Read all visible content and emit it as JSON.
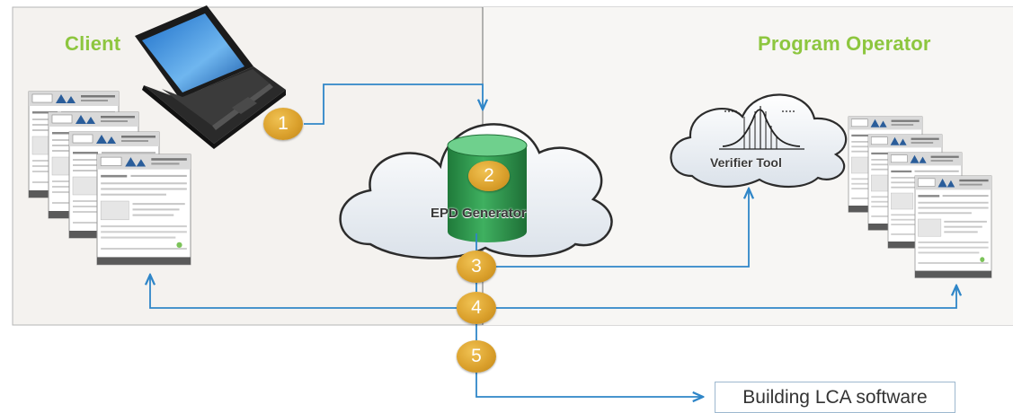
{
  "panels": {
    "client_label": "Client",
    "operator_label": "Program Operator"
  },
  "steps": [
    "1",
    "2",
    "3",
    "4",
    "5"
  ],
  "nodes": {
    "epd_generator": "EPD Generator",
    "verifier_tool": "Verifier Tool",
    "lca_software": "Building LCA software"
  },
  "colors": {
    "label_green": "#8dc63f",
    "arrow_blue": "#2f86c8",
    "badge_gold": "#dba12d",
    "panel_bg": "#f4f2ef",
    "panel_border": "#b5b5b5",
    "cylinder_green": "#2e9b4f"
  },
  "icons": [
    "laptop-icon",
    "document-stack-icon",
    "cloud-icon",
    "database-cylinder-icon",
    "bell-curve-icon"
  ]
}
